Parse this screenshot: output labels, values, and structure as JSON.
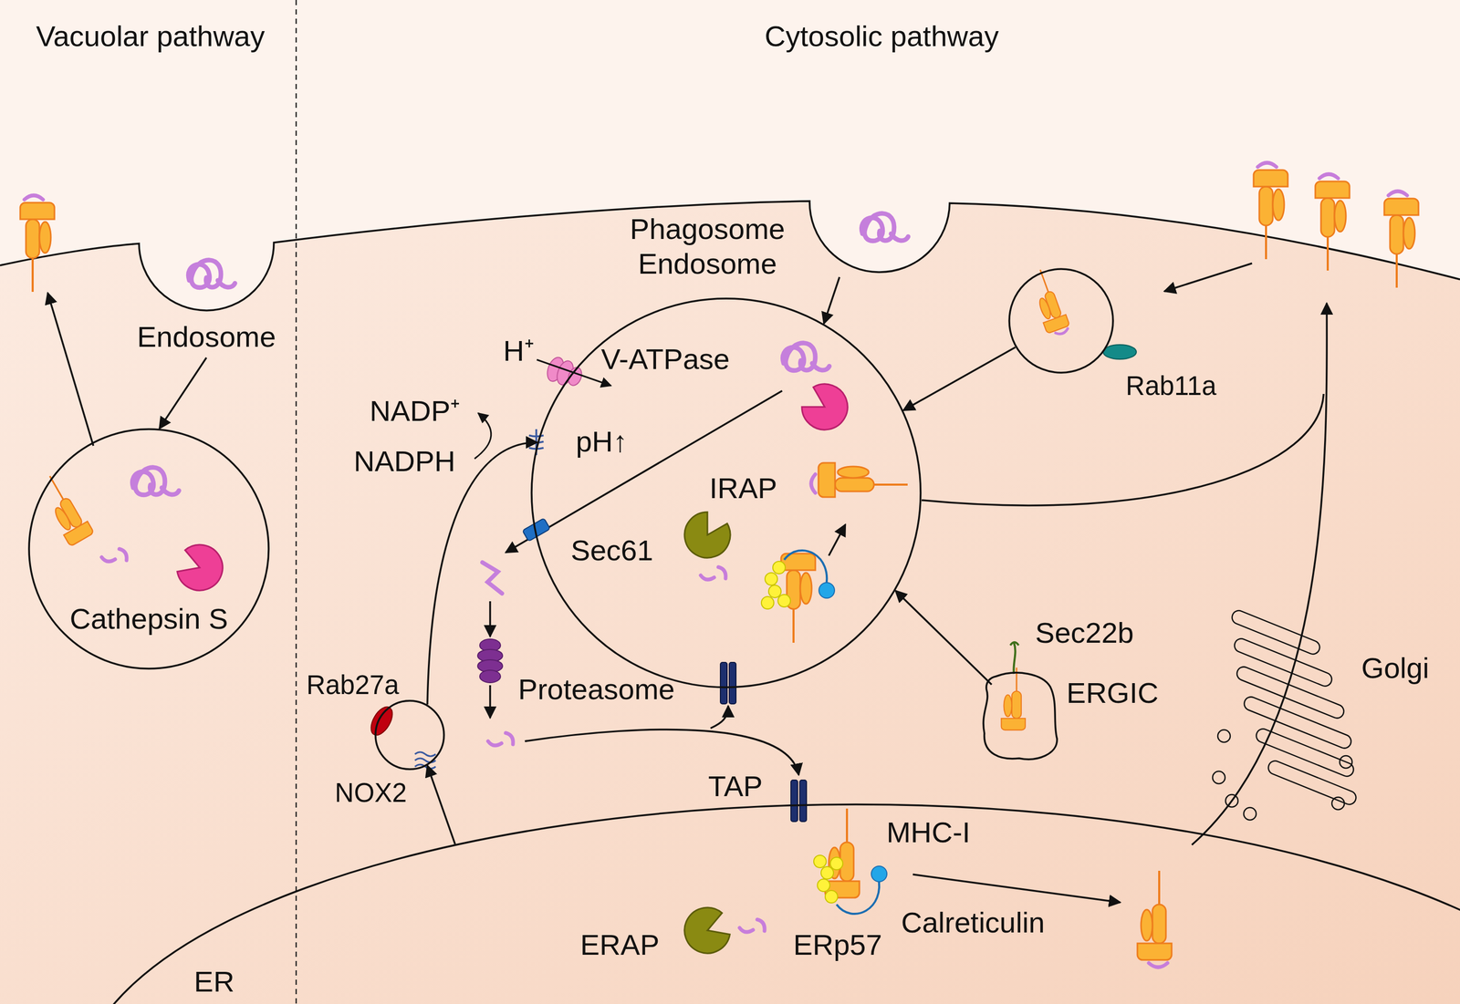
{
  "diagram": {
    "nodes": [
      {
        "text": [
          "Endosome"
        ]
      },
      {
        "text": [
          "Cathepsin S"
        ]
      },
      {
        "text": [
          "Phagosome Endosome"
        ]
      },
      {
        "text": [
          "IRAP"
        ]
      },
      {
        "text": [
          "Rab11a"
        ]
      },
      {
        "text": [
          "Rab27a",
          "NOX2"
        ]
      },
      {
        "text": [
          "Sec22b",
          "ERGIC"
        ]
      },
      {
        "text": [
          "ER"
        ]
      },
      {
        "text": [
          "Golgi"
        ]
      }
    ],
    "edges": [
      {
        "from": 0,
        "to": 1,
        "arrow": "to"
      },
      {
        "from": 2,
        "to": 3,
        "arrow": "to"
      },
      {
        "from": 4,
        "to": 3,
        "arrow": "to"
      },
      {
        "from": 6,
        "to": 3,
        "arrow": "to"
      },
      {
        "from": 5,
        "to": 3,
        "arrow": "to"
      },
      {
        "from": 7,
        "to": 5,
        "arrow": "to"
      }
    ],
    "labels": [
      "Vacuolar pathway",
      "Cytosolic pathway",
      "H⁺",
      "V-ATPase",
      "NADP⁺",
      "NADPH",
      "pH↑",
      "Sec61",
      "Proteasome",
      "TAP",
      "MHC-I",
      "Calreticulin",
      "ERAP",
      "ERp57"
    ]
  }
}
